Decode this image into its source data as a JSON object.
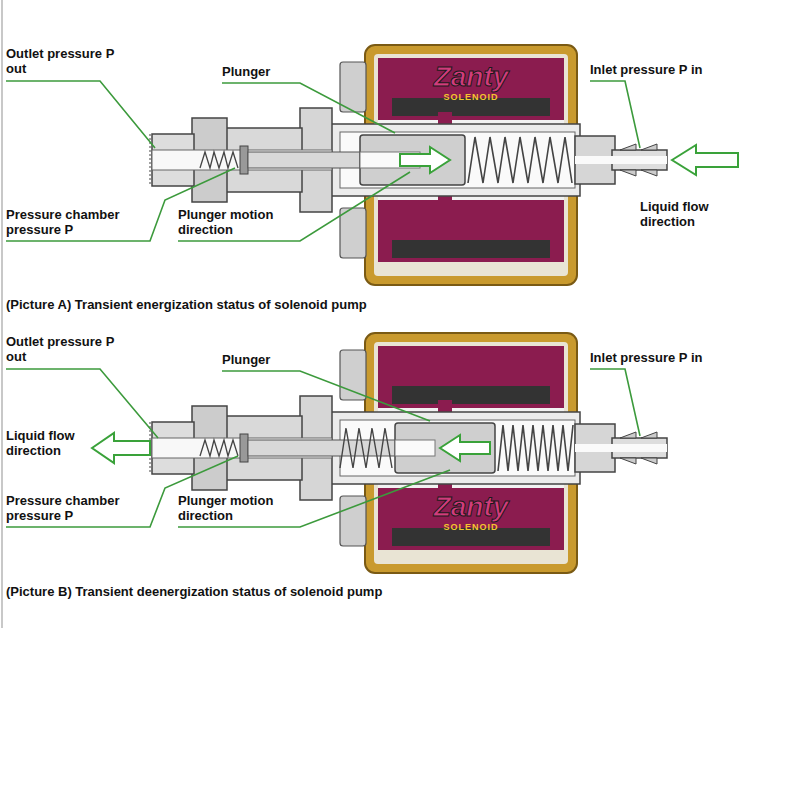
{
  "diagram": {
    "nodes": [
      {
        "text": [
          "Zanty",
          "SOLENOID"
        ]
      },
      {
        "text": [
          "Zanty",
          "SOLENOID"
        ]
      }
    ],
    "labels": [
      "Outlet pressure P out",
      "Plunger",
      "Inlet pressure P in",
      "Pressure chamber pressure P",
      "Plunger motion direction",
      "Liquid flow direction",
      "(Picture A) Transient energization status of solenoid pump",
      "Outlet pressure P out",
      "Plunger",
      "Inlet pressure P in",
      "Liquid flow direction",
      "Pressure chamber pressure P",
      "Plunger motion direction",
      "(Picture B) Transient deenergization status of solenoid pump"
    ]
  }
}
